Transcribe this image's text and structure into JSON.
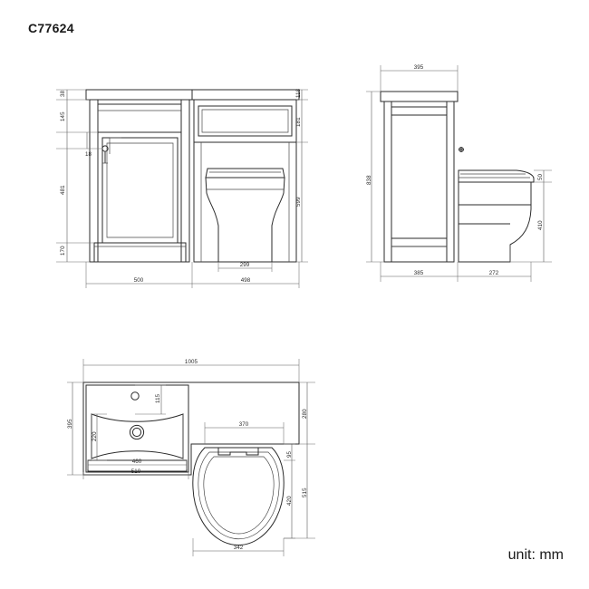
{
  "sheet": {
    "title": "C77624",
    "unit_note": "unit: mm",
    "background_color": "#ffffff",
    "line_color": "#2b2b2b",
    "dimension_color": "#5a5a5a"
  },
  "views": {
    "front_elevation": {
      "name": "front-elevation",
      "dimensions": {
        "left_top_worktop": "38",
        "left_drawer": "145",
        "left_tap_offset": "18",
        "left_door": "481",
        "left_plinth": "170",
        "right_top_band": "118",
        "right_cistern_panel": "181",
        "right_lower": "599",
        "bottom_vanity_width": "500",
        "bottom_wc_unit_width": "498",
        "bottom_pan_width": "299"
      }
    },
    "side_elevation": {
      "name": "side-elevation",
      "dimensions": {
        "top_depth": "395",
        "left_total_height": "838",
        "right_seat_thickness": "50",
        "right_pan_height": "410",
        "bottom_cabinet_depth": "385",
        "bottom_pan_depth": "272"
      }
    },
    "plan_view": {
      "name": "plan-view",
      "dimensions": {
        "top_overall_width": "1005",
        "left_overall_depth": "395",
        "basin_tap_offset": "115",
        "basin_bowl_depth": "220",
        "basin_inner_width": "460",
        "basin_outer_width": "510",
        "wc_unit_width": "370",
        "right_upper_offset": "280",
        "right_total_depth": "515",
        "seat_cistern_gap": "95",
        "seat_length": "420",
        "bottom_seat_width": "342"
      }
    }
  }
}
